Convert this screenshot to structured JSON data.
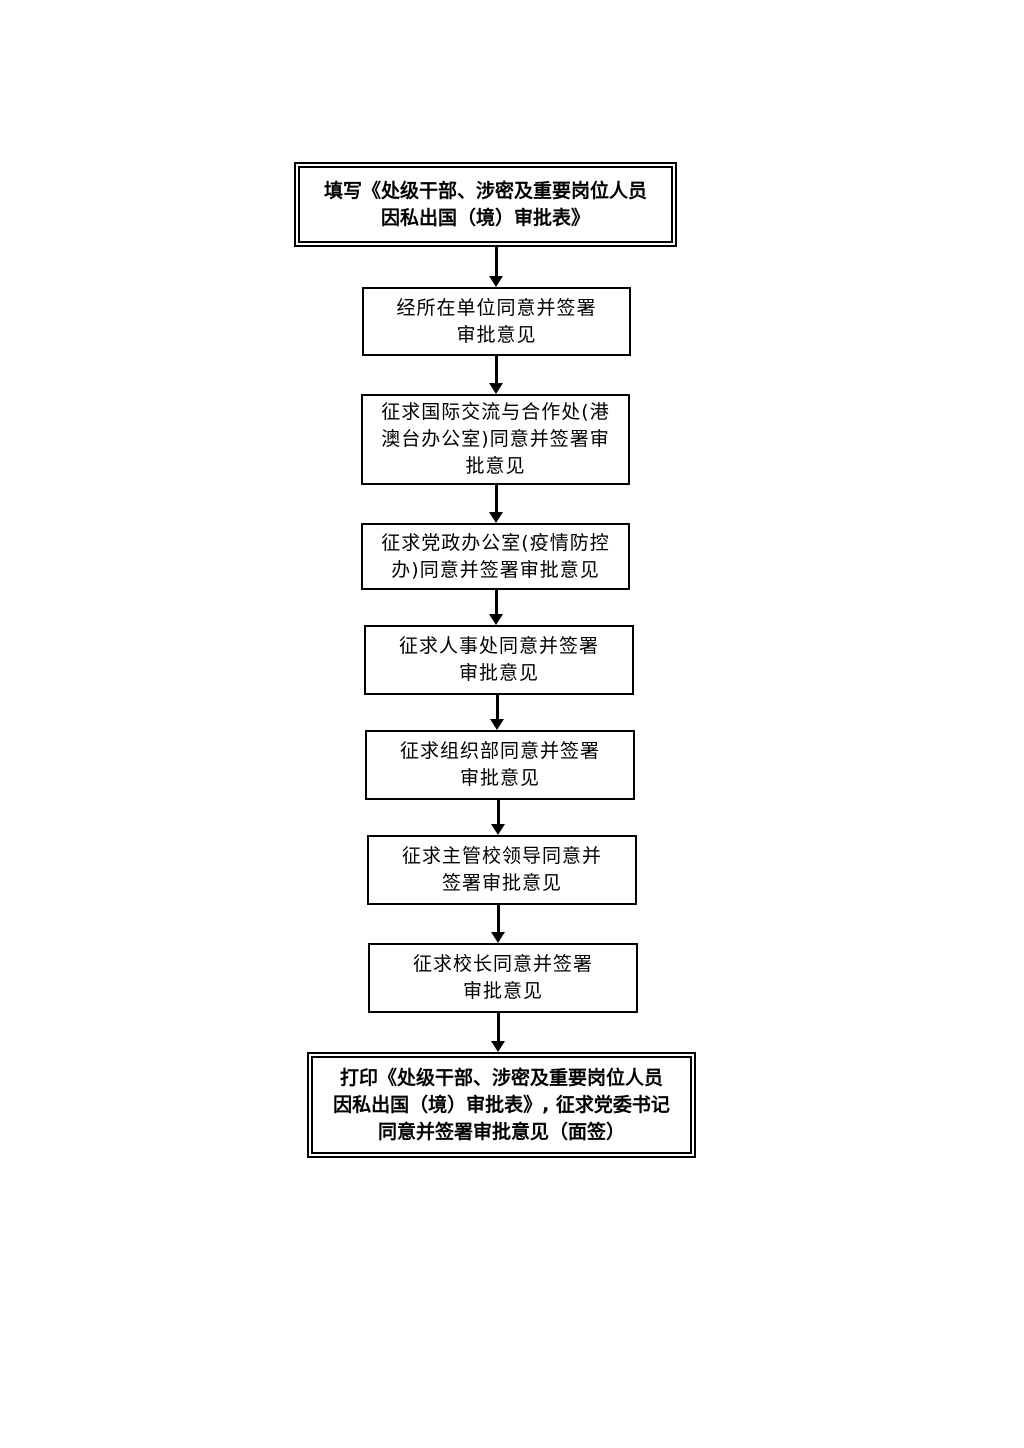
{
  "steps": [
    {
      "lines": [
        "填写《处级干部、涉密及重要岗位人员",
        "因私出国（境）审批表》"
      ]
    },
    {
      "lines": [
        "经所在单位同意并签署",
        "审批意见"
      ]
    },
    {
      "lines": [
        "征求国际交流与合作处(港",
        "澳台办公室)同意并签署审",
        "批意见"
      ]
    },
    {
      "lines": [
        "征求党政办公室(疫情防控",
        "办)同意并签署审批意见"
      ]
    },
    {
      "lines": [
        "征求人事处同意并签署",
        "审批意见"
      ]
    },
    {
      "lines": [
        "征求组织部同意并签署",
        "审批意见"
      ]
    },
    {
      "lines": [
        "征求主管校领导同意并",
        "签署审批意见"
      ]
    },
    {
      "lines": [
        "征求校长同意并签署",
        "审批意见"
      ]
    },
    {
      "lines": [
        "打印《处级干部、涉密及重要岗位人员",
        "因私出国（境）审批表》, 征求党委书记",
        "同意并签署审批意见（面签）"
      ]
    }
  ]
}
